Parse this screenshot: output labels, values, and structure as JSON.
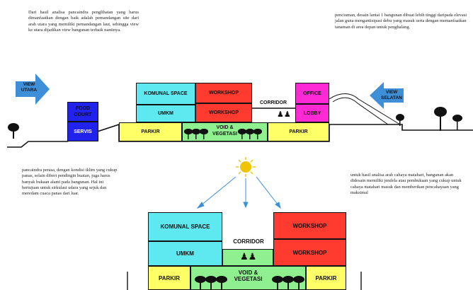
{
  "notes": {
    "top_left": "Dari hasil analisa pancaindra penglihatan yang harus dimanfaatkan dengan baik adalah pemandangan site dari arah utara yang memiliki pemandangan laut, sehingga view ke utara dijadikan view bangunan terbaik nantinya.",
    "top_right": "penciuman, desain lantai 1 bangunan dibuat lebih tinggi daripada elevasi jalan guna mengantisipasi debu yang masuk serta dengan memanfaatkan tanaman di area depan untuk penghalang.",
    "mid_left": "pancaindra perasa, dengan kondisi iklim yang cukup panas, selain diberi pendingin buatan, juga harus banyak bukaan alami pada bangunan. Hal ini bertujuan untuk sirkulasi udara yang sejuk dan meredam cuaca panas dari luar.",
    "mid_right": "untuk hasil analisa arah cahaya matahari, bangunan akan didesain memiliki jendela atau pembukaan yang cukup untuk cahaya matahari masuk dan memberikan pencahayaan yang maksimal"
  },
  "section_top": {
    "view_utara": "VIEW UTARA",
    "view_selatan": "VIEW SELATAN",
    "food_court": "FOOD COURT",
    "servis": "SERVIS",
    "komunal_space": "KOMUNAL SPACE",
    "umkm": "UMKM",
    "workshop_upper": "WORKSHOP",
    "workshop_lower": "WORKSHOP",
    "corridor": "CORRIDOR",
    "office": "OFFICE",
    "lobby": "LOBBY",
    "parkir_left": "PARKIR",
    "void_vegetasi": "VOID & VEGETASI",
    "parkir_right": "PARKIR"
  },
  "section_bottom": {
    "komunal_space": "KOMUNAL SPACE",
    "umkm": "UMKM",
    "corridor": "CORRIDOR",
    "workshop_upper": "WORKSHOP",
    "workshop_lower": "WORKSHOP",
    "parkir_left": "PARKIR",
    "void_vegetasi": "VOID & VEGETASI",
    "parkir_right": "PARKIR"
  },
  "colors": {
    "cyan": "#5ee8f0",
    "red": "#ff3b30",
    "yellow": "#ffff66",
    "green": "#8ff08f",
    "magenta": "#ff2ad4",
    "blue": "#2222ee",
    "arrow_blue": "#3f8fd8",
    "sun": "#f2c300"
  }
}
